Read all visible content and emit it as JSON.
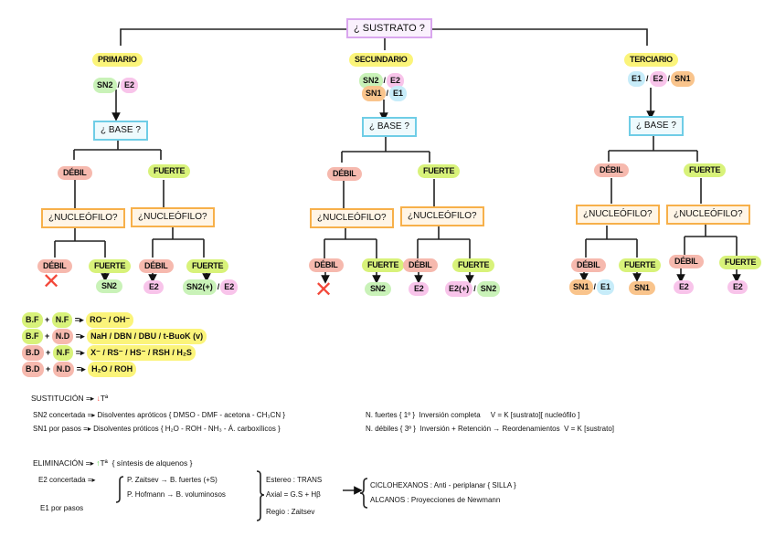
{
  "root": {
    "question": "¿ SUSTRATO ?"
  },
  "branches": [
    {
      "id": "primario",
      "label": "PRIMARIO",
      "mechanisms": [
        {
          "parts": [
            {
              "text": "SN2",
              "color": "green"
            },
            {
              "text": "E2",
              "color": "pink"
            }
          ]
        }
      ],
      "base_question": "¿ BASE ?",
      "base": {
        "debil": {
          "label": "DÉBIL",
          "nuc_question": "¿NUCLEÓFILO?",
          "debil": {
            "label": "DÉBIL",
            "result": "✕",
            "result_type": "none"
          },
          "fuerte": {
            "label": "FUERTE",
            "result": [
              {
                "text": "SN2",
                "color": "green"
              }
            ]
          }
        },
        "fuerte": {
          "label": "FUERTE",
          "nuc_question": "¿NUCLEÓFILO?",
          "debil": {
            "label": "DÉBIL",
            "result": [
              {
                "text": "E2",
                "color": "pink"
              }
            ]
          },
          "fuerte": {
            "label": "FUERTE",
            "result": [
              {
                "text": "SN2(+)",
                "color": "green"
              },
              {
                "text": "E2",
                "color": "pink"
              }
            ]
          }
        }
      }
    },
    {
      "id": "secundario",
      "label": "SECUNDARIO",
      "mechanisms": [
        {
          "parts": [
            {
              "text": "SN2",
              "color": "green"
            },
            {
              "text": "E2",
              "color": "pink"
            }
          ]
        },
        {
          "parts": [
            {
              "text": "SN1",
              "color": "orange"
            },
            {
              "text": "E1",
              "color": "blue"
            }
          ]
        }
      ],
      "base_question": "¿ BASE ?",
      "base": {
        "debil": {
          "label": "DÉBIL",
          "nuc_question": "¿NUCLEÓFILO?",
          "debil": {
            "label": "DÉBIL",
            "result": "✕",
            "result_type": "none"
          },
          "fuerte": {
            "label": "FUERTE",
            "result": [
              {
                "text": "SN2",
                "color": "green"
              }
            ]
          }
        },
        "fuerte": {
          "label": "FUERTE",
          "nuc_question": "¿NUCLEÓFILO?",
          "debil": {
            "label": "DÉBIL",
            "result": [
              {
                "text": "E2",
                "color": "pink"
              }
            ]
          },
          "fuerte": {
            "label": "FUERTE",
            "result": [
              {
                "text": "E2(+)",
                "color": "pink"
              },
              {
                "text": "SN2",
                "color": "green"
              }
            ]
          }
        }
      }
    },
    {
      "id": "terciario",
      "label": "TERCIARIO",
      "mechanisms": [
        {
          "parts": [
            {
              "text": "E1",
              "color": "blue"
            },
            {
              "text": "E2",
              "color": "pink"
            },
            {
              "text": "SN1",
              "color": "orange"
            }
          ]
        }
      ],
      "base_question": "¿ BASE ?",
      "base": {
        "debil": {
          "label": "DÉBIL",
          "nuc_question": "¿NUCLEÓFILO?",
          "debil": {
            "label": "DÉBIL",
            "result": [
              {
                "text": "SN1",
                "color": "orange"
              },
              {
                "text": "E1",
                "color": "blue"
              }
            ]
          },
          "fuerte": {
            "label": "FUERTE",
            "result": [
              {
                "text": "SN1",
                "color": "orange"
              }
            ]
          }
        },
        "fuerte": {
          "label": "FUERTE",
          "nuc_question": "¿NUCLEÓFILO?",
          "debil": {
            "label": "DÉBIL",
            "result": [
              {
                "text": "E2",
                "color": "pink"
              }
            ]
          },
          "fuerte": {
            "label": "FUERTE",
            "result": [
              {
                "text": "E2",
                "color": "pink"
              }
            ]
          }
        }
      }
    }
  ],
  "combinations": [
    {
      "base": "B.F",
      "base_color": "lightgreen",
      "nuc": "N.F",
      "nuc_color": "lightgreen",
      "arrow": "=▸",
      "reagents": "RO⁻ / OH⁻"
    },
    {
      "base": "B.F",
      "base_color": "lightgreen",
      "nuc": "N.D",
      "nuc_color": "red",
      "arrow": "=▸",
      "reagents": "NaH / DBN / DBU / t-BuoK (v)"
    },
    {
      "base": "B.D",
      "base_color": "red",
      "nuc": "N.F",
      "nuc_color": "lightgreen",
      "arrow": "=▸",
      "reagents": "X⁻ / RS⁻ / HS⁻ / RSH / H₂S"
    },
    {
      "base": "B.D",
      "base_color": "red",
      "nuc": "N.D",
      "nuc_color": "red",
      "arrow": "=▸",
      "reagents": "H₂O / ROH"
    }
  ],
  "sustitucion": {
    "title": "SUSTITUCIÓN =▸",
    "temp_arrow": "↓",
    "temp_label": "Tª",
    "rows": [
      {
        "mech": "SN2 concertada",
        "arrow": "=▸",
        "solvent": "Disolventes apróticos { DMSO - DMF - acetona - CH₃CN }",
        "nucleo": "N. fuertes { 1º }",
        "stereo": "Inversión completa",
        "rate": "V = K [sustrato][ nucleófilo ]"
      },
      {
        "mech": "SN1 por pasos",
        "arrow": "=▸",
        "solvent": "Disolventes próticos { H₂O - ROH - NH₃ - Á. carboxílicos }",
        "nucleo": "N. débiles { 3º }",
        "stereo": "Inversión + Retención → Reordenamientos",
        "rate": "V = K [sustrato]"
      }
    ]
  },
  "eliminacion": {
    "title": "ELIMINACIÓN =▸",
    "temp_arrow": "↑",
    "temp_label": "Tª",
    "subtitle": "{ síntesis de alquenos }",
    "e2": "E2 concertada =▸",
    "e1": "E1 por pasos",
    "products": [
      "P. Zaitsev → B. fuertes (+S)",
      "P. Hofmann → B. voluminosos"
    ],
    "conditions": [
      "Estereo : TRANS",
      "Axial = G.S + Hβ",
      "Regio : Zaitsev"
    ],
    "arrow": "⟶",
    "geometry": [
      "CICLOHEXANOS : Anti - periplanar { SILLA }",
      "ALCANOS : Proyecciones de Newmann"
    ]
  },
  "colors": {
    "yellow": "#fbf47a",
    "green": "#c9f2b8",
    "lightgreen": "#d8f27a",
    "pink": "#f8c4ea",
    "orange": "#f9c48c",
    "blue": "#c7ecf9",
    "red": "#f6b9ae",
    "cross": "#f3483a",
    "sustrato_border": "#d9a6ee",
    "base_border": "#6fcde6",
    "nucleofilo_border": "#f7b04a"
  }
}
